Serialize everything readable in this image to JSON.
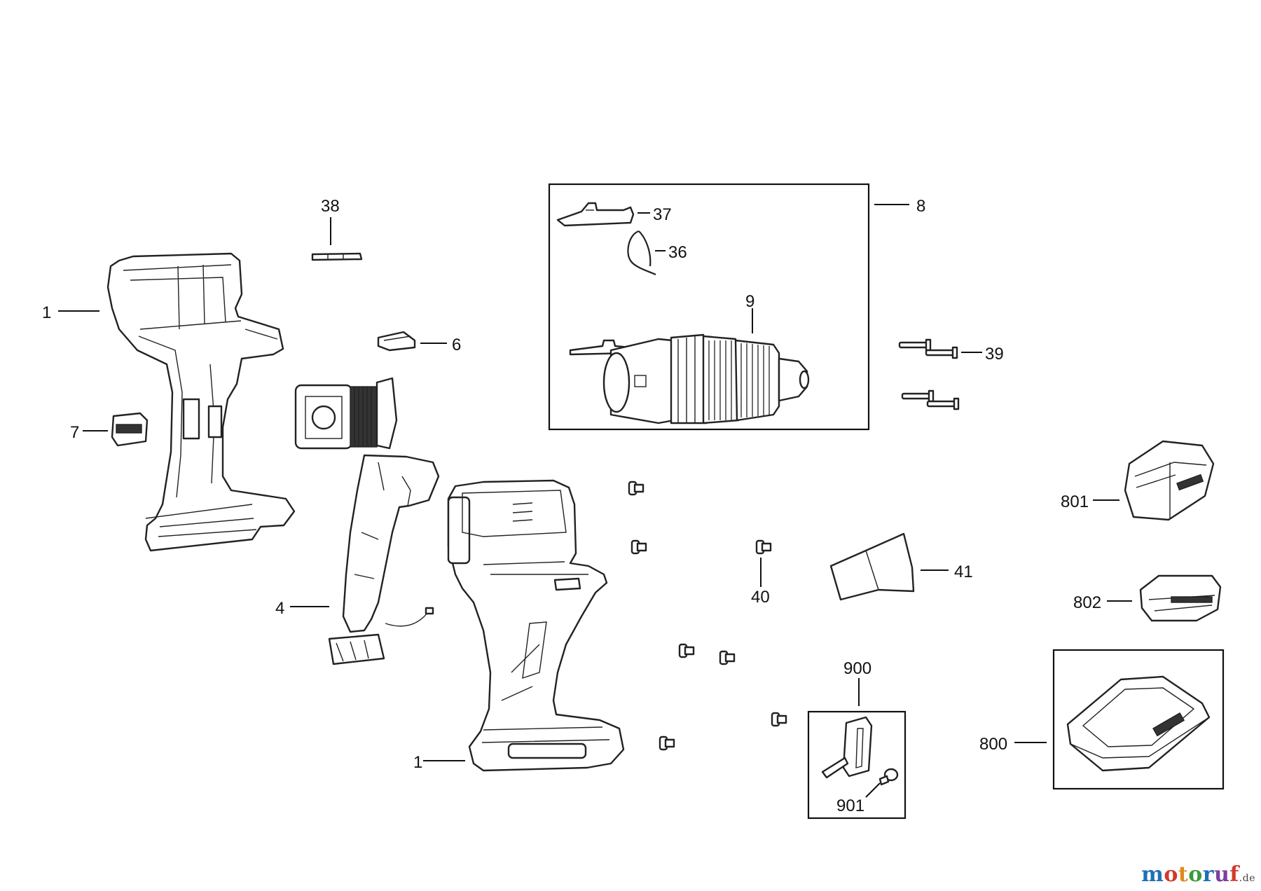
{
  "callouts": {
    "c1_top": "1",
    "c1_bottom": "1",
    "c4": "4",
    "c6": "6",
    "c7": "7",
    "c8": "8",
    "c9": "9",
    "c36": "36",
    "c37": "37",
    "c38": "38",
    "c39": "39",
    "c40": "40",
    "c41": "41",
    "c800": "800",
    "c801": "801",
    "c802": "802",
    "c900": "900",
    "c901": "901"
  },
  "watermark": {
    "letters": [
      "m",
      "o",
      "t",
      "o",
      "r",
      "u",
      "f"
    ],
    "letter_colors": [
      "#1f6fb8",
      "#d23a2a",
      "#e08a1e",
      "#3a9a3a",
      "#1f6fb8",
      "#7a3fa0",
      "#d23a2a"
    ],
    "tld": ".de"
  },
  "colors": {
    "line": "#222222",
    "background": "#ffffff"
  }
}
